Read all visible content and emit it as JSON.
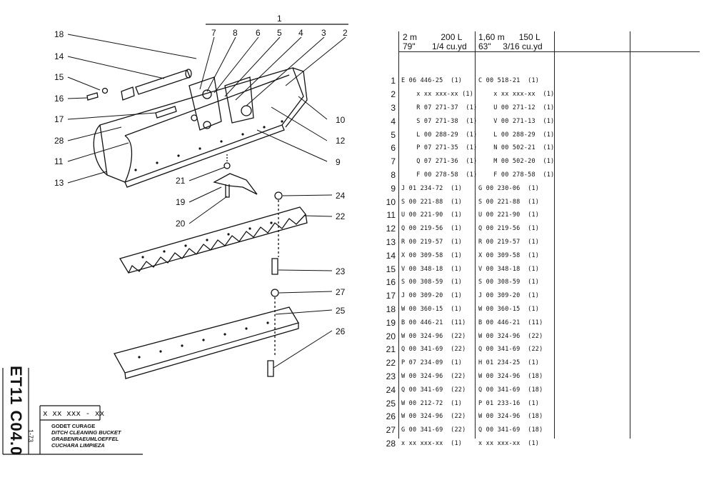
{
  "drawing": {
    "group_label": "1",
    "callouts": [
      "18",
      "14",
      "15",
      "16",
      "17",
      "28",
      "11",
      "13",
      "7",
      "8",
      "6",
      "5",
      "4",
      "3",
      "2",
      "10",
      "12",
      "9",
      "21",
      "19",
      "20",
      "24",
      "22",
      "23",
      "27",
      "25",
      "26"
    ]
  },
  "table": {
    "col1_header_line1": "2 m          200 L",
    "col1_header_line2": "79\"       1/4 cu.yd",
    "col2_header_line1": "1,60 m      150 L",
    "col2_header_line2": "63\"     3/16 cu.yd",
    "rows": [
      {
        "n": "1",
        "a": "E 06 446-25  (1)",
        "b": "C 00 518-21  (1)"
      },
      {
        "n": "2",
        "a": "    x xx xxx-xx (1)",
        "b": "    x xx xxx-xx  (1)"
      },
      {
        "n": "3",
        "a": "    R 07 271-37  (1)",
        "b": "    U 00 271-12  (1)"
      },
      {
        "n": "4",
        "a": "    S 07 271-38  (1)",
        "b": "    V 00 271-13  (1)"
      },
      {
        "n": "5",
        "a": "    L 00 288-29  (1)",
        "b": "    L 00 288-29  (1)"
      },
      {
        "n": "6",
        "a": "    P 07 271-35  (1)",
        "b": "    N 00 502-21  (1)"
      },
      {
        "n": "7",
        "a": "    Q 07 271-36  (1)",
        "b": "    M 00 502-20  (1)"
      },
      {
        "n": "8",
        "a": "    F 00 278-58  (1)",
        "b": "    F 00 278-58  (1)"
      },
      {
        "n": "9",
        "a": "J 01 234-72  (1)",
        "b": "G 00 230-06  (1)"
      },
      {
        "n": "10",
        "a": "S 00 221-88  (1)",
        "b": "S 00 221-88  (1)"
      },
      {
        "n": "11",
        "a": "U 00 221-90  (1)",
        "b": "U 00 221-90  (1)"
      },
      {
        "n": "12",
        "a": "Q 00 219-56  (1)",
        "b": "Q 00 219-56  (1)"
      },
      {
        "n": "13",
        "a": "R 00 219-57  (1)",
        "b": "R 00 219-57  (1)"
      },
      {
        "n": "14",
        "a": "X 00 309-58  (1)",
        "b": "X 00 309-58  (1)"
      },
      {
        "n": "15",
        "a": "V 00 348-18  (1)",
        "b": "V 00 348-18  (1)"
      },
      {
        "n": "16",
        "a": "S 00 308-59  (1)",
        "b": "S 00 308-59  (1)"
      },
      {
        "n": "17",
        "a": "J 00 309-20  (1)",
        "b": "J 00 309-20  (1)"
      },
      {
        "n": "18",
        "a": "W 00 360-15  (1)",
        "b": "W 00 360-15  (1)"
      },
      {
        "n": "19",
        "a": "B 00 446-21  (11)",
        "b": "B 00 446-21  (11)"
      },
      {
        "n": "20",
        "a": "W 00 324-96  (22)",
        "b": "W 00 324-96  (22)"
      },
      {
        "n": "21",
        "a": "Q 00 341-69  (22)",
        "b": "Q 00 341-69  (22)"
      },
      {
        "n": "22",
        "a": "P 07 234-09  (1)",
        "b": "H 01 234-25  (1)"
      },
      {
        "n": "23",
        "a": "W 00 324-96  (22)",
        "b": "W 00 324-96  (18)"
      },
      {
        "n": "24",
        "a": "Q 00 341-69  (22)",
        "b": "Q 00 341-69  (18)"
      },
      {
        "n": "25",
        "a": "W 00 212-72  (1)",
        "b": "P 01 233-16  (1)"
      },
      {
        "n": "26",
        "a": "W 00 324-96  (22)",
        "b": "W 00 324-96  (18)"
      },
      {
        "n": "27",
        "a": "G 00 341-69  (22)",
        "b": "Q 00 341-69  (18)"
      },
      {
        "n": "28",
        "a": "x xx xxx-xx  (1)",
        "b": "x xx xxx-xx  (1)"
      }
    ]
  },
  "title_block": {
    "code": "x xx xxx - xx",
    "titles": [
      "GODET CURAGE",
      "DITCH CLEANING BUCKET",
      "GRABENRAEUMLOEFFEL",
      "CUCHARA LIMPIEZA"
    ],
    "date": "1-73",
    "doc_code": "ET11 C04.0"
  }
}
